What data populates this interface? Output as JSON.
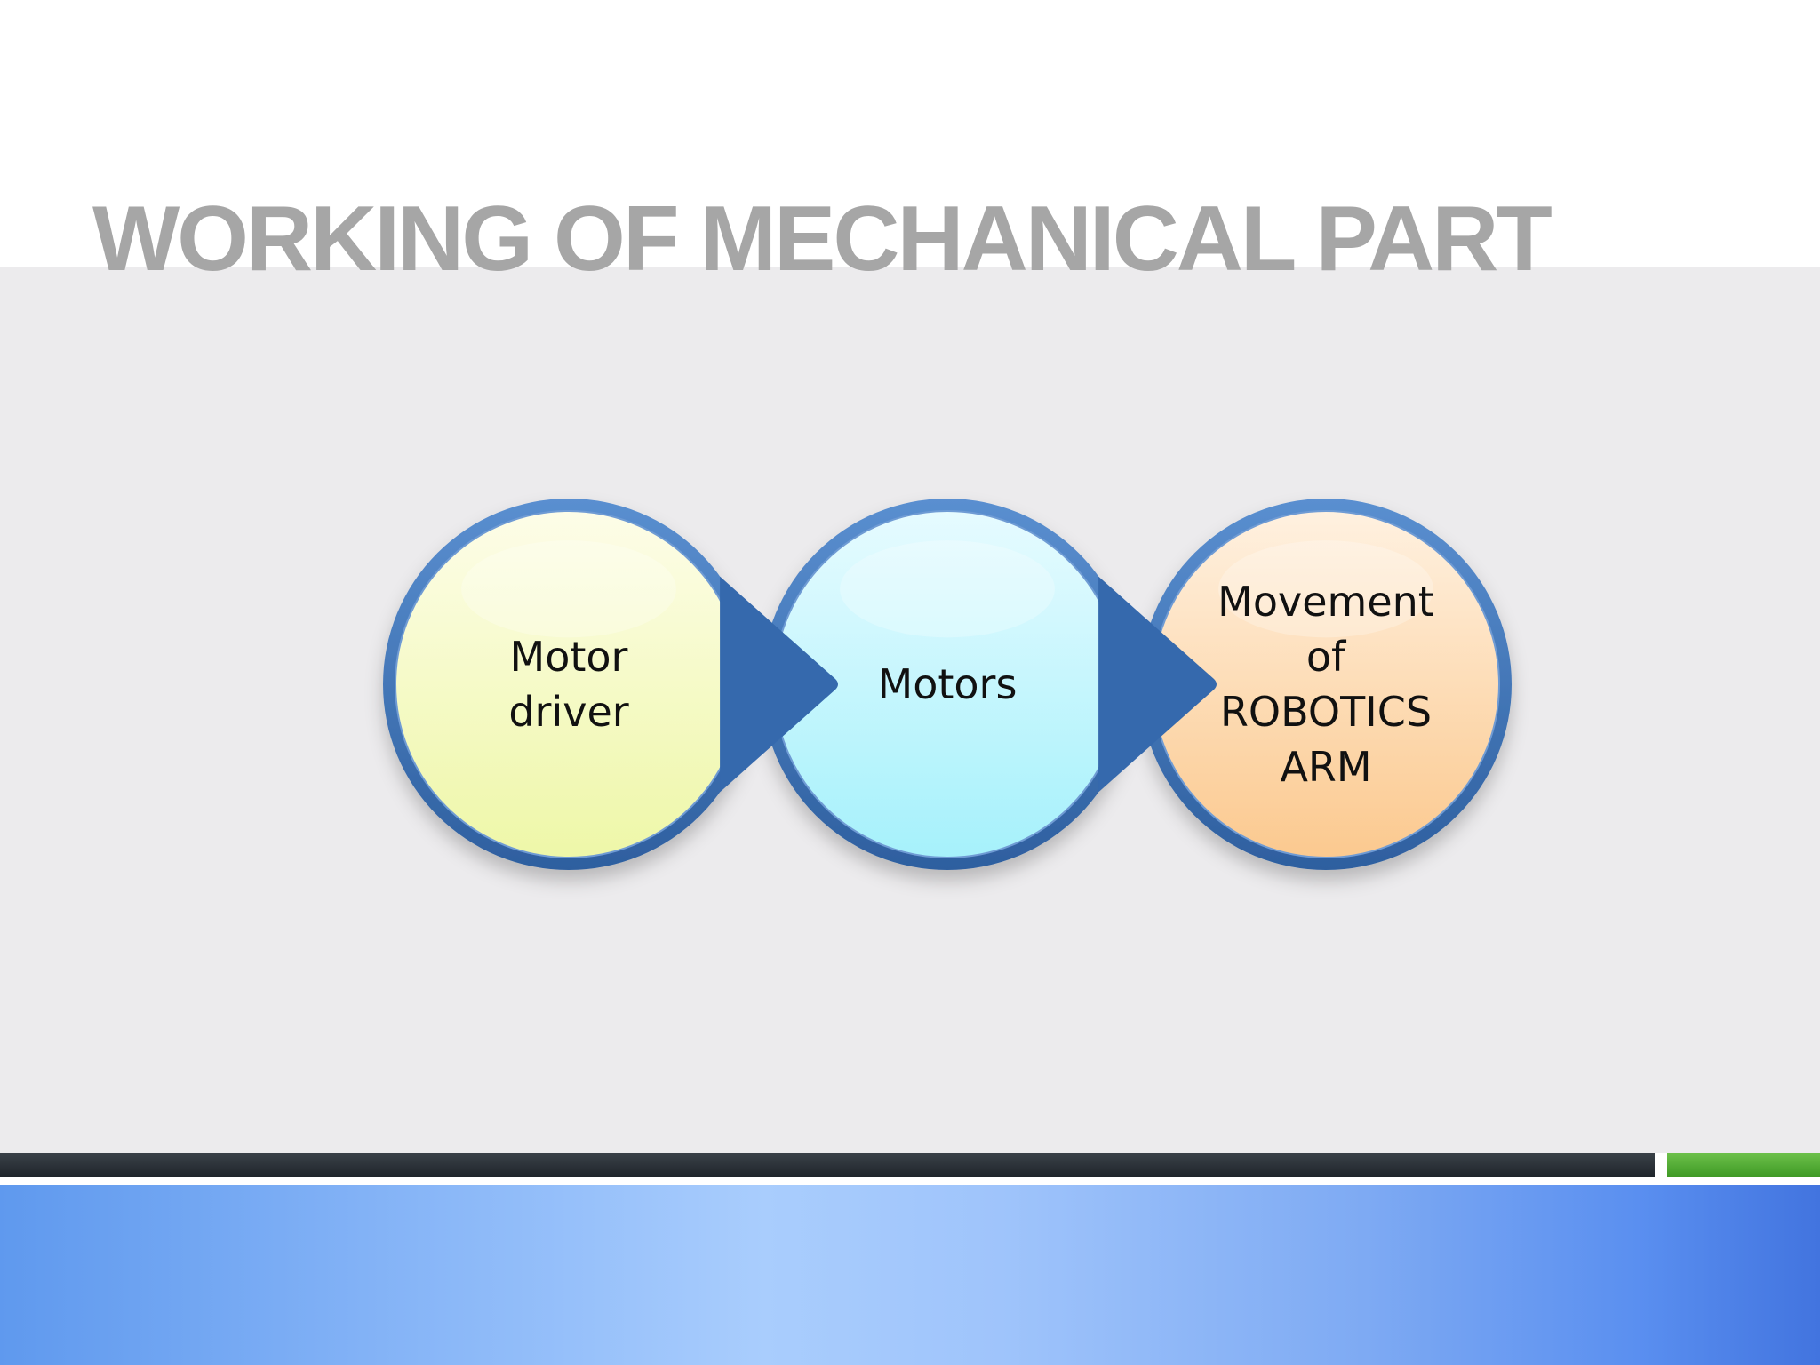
{
  "slide": {
    "title": "WORKING OF MECHANICAL PART"
  },
  "diagram": {
    "nodes": [
      {
        "lines": [
          "Motor",
          "driver"
        ],
        "fill_top": "#fdfde8",
        "fill_bottom": "#eef7a8"
      },
      {
        "lines": [
          "Motors"
        ],
        "fill_top": "#e6fbff",
        "fill_bottom": "#a6f1fb"
      },
      {
        "lines": [
          "Movement",
          "of",
          "ROBOTICS",
          "ARM"
        ],
        "fill_top": "#fff1e0",
        "fill_bottom": "#fbc98f"
      }
    ],
    "ring_color": "#3f74b8",
    "arrow_color": "#3569ad"
  },
  "colors": {
    "background_band": "#ecebed",
    "title": "#a6a6a6",
    "footer_dark": "#2a3036",
    "footer_green": "#4fa82e",
    "footer_blue": "#7eaaf3"
  }
}
